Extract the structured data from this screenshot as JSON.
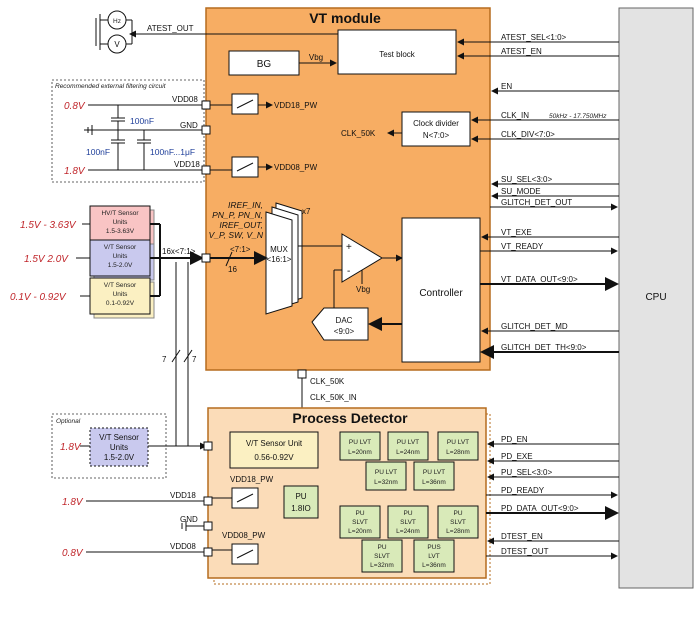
{
  "vt_module": {
    "title": "VT module",
    "test_block": "Test block",
    "bg": "BG",
    "vbg": "Vbg",
    "vbg2": "Vbg",
    "clock_divider": [
      "Clock divider",
      "N<7:0>"
    ],
    "clk_50k": "CLK_50K",
    "vdd18_pw": "VDD18_PW",
    "vdd08_pw": "VDD08_PW",
    "mux": [
      "MUX",
      "<16:1>"
    ],
    "mux_x7": "x7",
    "mux_inputs": [
      "IREF_IN,",
      "PN_P, PN_N,",
      "IREF_OUT,",
      "V_P, SW, V_N"
    ],
    "mux_sel": "<7:1>",
    "bus16": "16",
    "dac": [
      "DAC",
      "<9:0>"
    ],
    "controller": "Controller",
    "plus": "+",
    "minus": "-"
  },
  "left": {
    "atest_out": "ATEST_OUT",
    "hz": "Hz",
    "v": "V",
    "filter_title": "Recommended external filtering circuit",
    "v08": "0.8V",
    "vdd08": "VDD08",
    "c100nf": "100nF",
    "gnd": "GND",
    "c100nf_b": "100nF",
    "c100nf_1uf": "100nF...1μF",
    "v18": "1.8V",
    "vdd18": "VDD18",
    "sensor_units": [
      {
        "voltage": "1.5V - 3.63V",
        "lines": [
          "HV/T Sensor",
          "Units",
          "1.5-3.63V"
        ]
      },
      {
        "voltage": "1.5V  2.0V",
        "lines": [
          "V/T Sensor",
          "Units",
          "1.5-2.0V"
        ]
      },
      {
        "voltage": "0.1V - 0.92V",
        "lines": [
          "V/T Sensor",
          "Units",
          "0.1-0.92V"
        ]
      }
    ],
    "mux_bus": "16x<7:1>",
    "bus7a": "7",
    "bus7b": "7",
    "optional": "Optional",
    "opt_voltage": "1.8V",
    "opt_unit": [
      "V/T Sensor",
      "Units",
      "1.5-2.0V"
    ]
  },
  "right_signals_vt": [
    "ATEST_SEL<1:0>",
    "ATEST_EN",
    "EN",
    "CLK_IN",
    "CLK_DIV<7:0>",
    "SU_SEL<3:0>",
    "SU_MODE",
    "GLITCH_DET_OUT",
    "VT_EXE",
    "VT_READY",
    "VT_DATA_OUT<9:0>",
    "GLITCH_DET_MD",
    "GLITCH_DET_TH<9:0>"
  ],
  "clk_in_note": "50kHz - 17.750MHz",
  "mid": {
    "clk_50k": "CLK_50K",
    "clk_50k_in": "CLK_50K_IN"
  },
  "process_detector": {
    "title": "Process Detector",
    "vt_unit": [
      "V/T Sensor Unit",
      "0.56-0.92V"
    ],
    "vdd18_pw": "VDD18_PW",
    "vdd08_pw": "VDD08_PW",
    "pu18": [
      "PU",
      "1.8IO"
    ],
    "pu_cells": [
      [
        "PU LVT",
        "L=20nm"
      ],
      [
        "PU LVT",
        "L=24nm"
      ],
      [
        "PU LVT",
        "L=28nm"
      ],
      [
        "PU LVT",
        "L=32nm"
      ],
      [
        "PU LVT",
        "L=36nm"
      ],
      [
        "PU",
        "SLVT",
        "L=20nm"
      ],
      [
        "PU",
        "SLVT",
        "L=24nm"
      ],
      [
        "PU",
        "SLVT",
        "L=28nm"
      ],
      [
        "PU",
        "SLVT",
        "L=32nm"
      ],
      [
        "PUS",
        "LVT",
        "L=36nm"
      ]
    ],
    "vdd18": "VDD18",
    "v18": "1.8V",
    "gnd": "GND",
    "vdd08": "VDD08",
    "v08": "0.8V"
  },
  "right_signals_pd": [
    "PD_EN",
    "PD_EXE",
    "PU_SEL<3:0>",
    "PD_READY",
    "PD_DATA_OUT<9:0>",
    "DTEST_EN",
    "DTEST_OUT"
  ],
  "cpu": "CPU",
  "colors": {
    "module_fill": "#f7ad63",
    "module_stroke": "#b56c1f",
    "pd_fill": "#fbdcb8",
    "sensor_hv": "#f9c4c4",
    "sensor_v": "#c9c9ee",
    "sensor_low": "#fbf0c2",
    "pu_fill": "#d9eab9",
    "cpu_fill": "#e3e3e3",
    "red": "#c0262b",
    "blue": "#1f3f9a"
  }
}
